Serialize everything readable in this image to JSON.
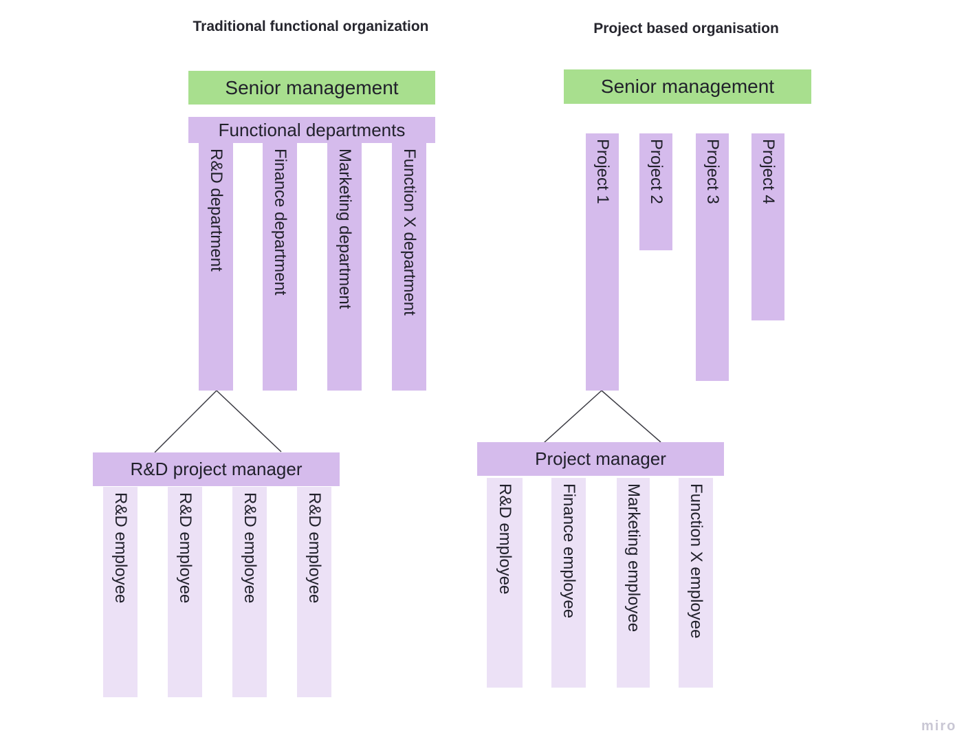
{
  "colors": {
    "green": "#a8df8e",
    "purple_mid": "#d5bbec",
    "purple_light": "#ece1f6",
    "text": "#21212b",
    "connector_line": "#3a3a42",
    "watermark": "#c9c7d4"
  },
  "left_panel": {
    "title": "Traditional functional organization",
    "senior_management": "Senior management",
    "functional_departments": "Functional departments",
    "departments": [
      "R&D department",
      "Finance department",
      "Marketing department",
      "Function X department"
    ],
    "project_manager": "R&D project manager",
    "employees": [
      "R&D employee",
      "R&D employee",
      "R&D employee",
      "R&D employee"
    ]
  },
  "right_panel": {
    "title": "Project based organisation",
    "senior_management": "Senior management",
    "projects": [
      "Project 1",
      "Project 2",
      "Project 3",
      "Project 4"
    ],
    "project_manager": "Project manager",
    "employees": [
      "R&D employee",
      "Finance employee",
      "Marketing employee",
      "Function X employee"
    ]
  },
  "watermark": {
    "label": "miro"
  }
}
